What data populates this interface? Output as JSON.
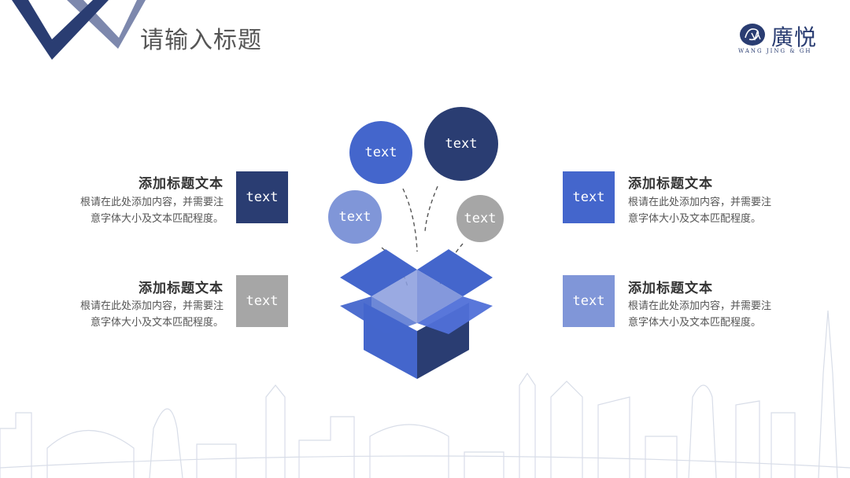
{
  "slide": {
    "title": "请输入标题"
  },
  "logo": {
    "name": "廣悦",
    "subtitle": "WANG JING & GH",
    "mark_text": "Gw"
  },
  "colors": {
    "dark_navy": "#2a3d72",
    "blue": "#4466cc",
    "light_blue": "#8096d8",
    "gray": "#a6a6a6"
  },
  "items": [
    {
      "heading": "添加标题文本",
      "body_line1": "根请在此处添加内容，并需要注",
      "body_line2": "意字体大小及文本匹配程度。",
      "badge": "text"
    },
    {
      "heading": "添加标题文本",
      "body_line1": "根请在此处添加内容，并需要注",
      "body_line2": "意字体大小及文本匹配程度。",
      "badge": "text"
    },
    {
      "heading": "添加标题文本",
      "body_line1": "根请在此处添加内容，并需要注",
      "body_line2": "意字体大小及文本匹配程度。",
      "badge": "text"
    },
    {
      "heading": "添加标题文本",
      "body_line1": "根请在此处添加内容，并需要注",
      "body_line2": "意字体大小及文本匹配程度。",
      "badge": "text"
    }
  ],
  "bubbles": [
    {
      "label": "text"
    },
    {
      "label": "text"
    },
    {
      "label": "text"
    },
    {
      "label": "text"
    }
  ]
}
